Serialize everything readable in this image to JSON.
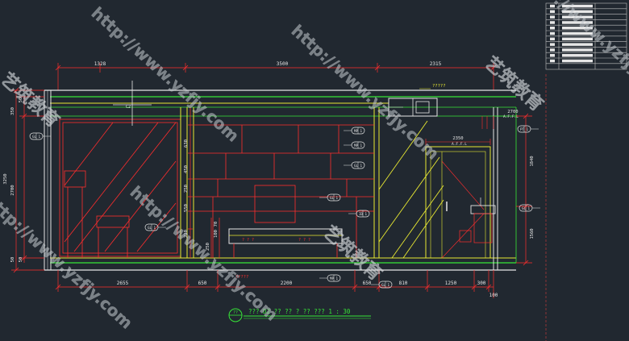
{
  "drawing": {
    "title_label": "??? D2 ?? ?? ? ??  ???  1 : 30",
    "title_circle": "??",
    "colors": {
      "background": "#212830",
      "dimension": "#ff2d2d",
      "wall": "#37e637",
      "furniture": "#e8e832",
      "tag": "#e6e6e6",
      "watermark": "#9aa1a8"
    }
  },
  "dimensions": {
    "top": [
      "1328",
      "3500",
      "2315"
    ],
    "bottom": [
      "2655",
      "650",
      "2200",
      "650",
      "810",
      "1250",
      "300"
    ],
    "bottom_extra": "100",
    "left": [
      "50",
      "350",
      "3250",
      "2700",
      "50",
      "50"
    ],
    "center": [
      "630",
      "450",
      "250",
      "550",
      "210",
      "250",
      "100",
      "70"
    ],
    "right": [
      "1840",
      "1560",
      "2700"
    ],
    "door": "2350"
  },
  "notes": {
    "top_note": "?????",
    "bottom_note": "?????",
    "door_note": "A.F.F.L",
    "door_note2": "A.F.F.L"
  },
  "tags": [
    {
      "code": "GL 1"
    },
    {
      "code": "MP 1"
    },
    {
      "code": "MP 1"
    },
    {
      "code": "GL 1"
    },
    {
      "code": "GL 1"
    },
    {
      "code": "PT 1"
    },
    {
      "code": "ID 1"
    },
    {
      "code": "GL 1"
    },
    {
      "code": "MP 1"
    },
    {
      "code": "GL 1"
    },
    {
      "code": "GL 1"
    }
  ],
  "watermark": {
    "url": "http://www.yzfjy.com",
    "brand": "艺筑教育"
  }
}
